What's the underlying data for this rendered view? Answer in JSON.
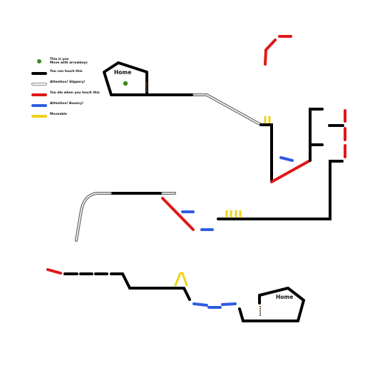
{
  "legend": {
    "items": [
      {
        "key": "player",
        "text": "This is you\nMove with arrowkeys",
        "color": "#3a8a1e"
      },
      {
        "key": "solid",
        "text": "You can touch this",
        "color": "#000000"
      },
      {
        "key": "slippery",
        "text": "Attention! Slippery!",
        "color": "#ffffff"
      },
      {
        "key": "deadly",
        "text": "You die when you touch this",
        "color": "#e01818"
      },
      {
        "key": "bouncy",
        "text": "Attention! Bouncy!",
        "color": "#2f5be0"
      },
      {
        "key": "movable",
        "text": "Moveable",
        "color": "#f0d21a"
      }
    ]
  },
  "homes": {
    "start_label": "Home",
    "end_label": "Home"
  },
  "colors": {
    "solid": "#000000",
    "slippery": "#8a8a8a",
    "deadly": "#e01818",
    "bouncy": "#2f5be0",
    "movable": "#f0d21a",
    "player": "#3a8a1e",
    "door": "#6b4a2a"
  }
}
